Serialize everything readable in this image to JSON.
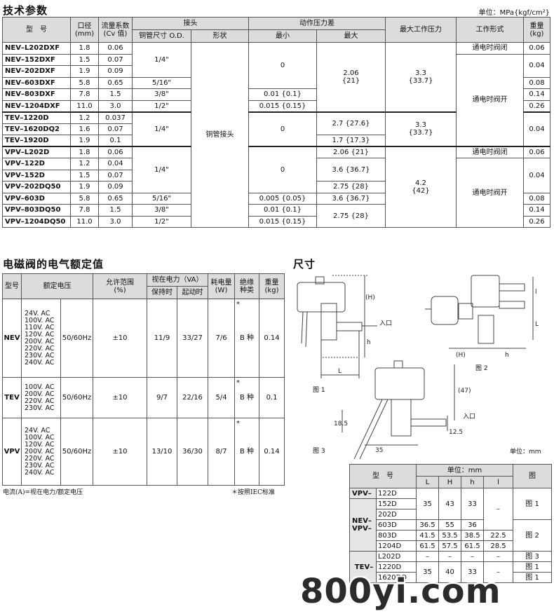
{
  "tech": {
    "title": "技术参数",
    "unit": "单位：MPa{kgf/cm²}",
    "headers": {
      "model": "型　号",
      "bore": "口径",
      "bore_unit": "(mm)",
      "flow": "流量系数",
      "flow_unit": "(Cv 值)",
      "joint": "接头",
      "pipe_size": "铜管尺寸 O.D.",
      "shape": "形状",
      "pressure_diff": "动作压力差",
      "min": "最小",
      "max": "最大",
      "max_pressure": "最大工作压力",
      "mode": "工作形式",
      "weight": "重量",
      "weight_unit": "(kg)"
    },
    "rows": [
      {
        "model": "NEV–L202DXF",
        "bore": "1.8",
        "cv": "0.06",
        "weight": "0.06"
      },
      {
        "model": "NEV–152DXF",
        "bore": "1.5",
        "cv": "0.07",
        "weight": "0.04"
      },
      {
        "model": "NEV–202DXF",
        "bore": "1.9",
        "cv": "0.09"
      },
      {
        "model": "NEV–603DXF",
        "bore": "5.8",
        "cv": "0.65",
        "weight": "0.08"
      },
      {
        "model": "NEV–803DXF",
        "bore": "7.8",
        "cv": "1.5",
        "weight": "0.14"
      },
      {
        "model": "NEV–1204DXF",
        "bore": "11.0",
        "cv": "3.0",
        "weight": "0.26"
      },
      {
        "model": "TEV–1220D",
        "bore": "1.2",
        "cv": "0.037",
        "weight": "0.04"
      },
      {
        "model": "TEV–1620DQ2",
        "bore": "1.6",
        "cv": "0.07"
      },
      {
        "model": "TEV–1920D",
        "bore": "1.9",
        "cv": "0.1"
      },
      {
        "model": "VPV–L202D",
        "bore": "1.8",
        "cv": "0.06",
        "weight": "0.06"
      },
      {
        "model": "VPV–122D",
        "bore": "1.2",
        "cv": "0.04",
        "weight": "0.04"
      },
      {
        "model": "VPV–152D",
        "bore": "1.5",
        "cv": "0.07"
      },
      {
        "model": "VPV–202DQ50",
        "bore": "1.9",
        "cv": "0.09"
      },
      {
        "model": "VPV–603D",
        "bore": "5.8",
        "cv": "0.65",
        "weight": "0.08"
      },
      {
        "model": "VPV–803DQ50",
        "bore": "7.8",
        "cv": "1.5",
        "weight": "0.14"
      },
      {
        "model": "VPV–1204DQ50",
        "bore": "11.0",
        "cv": "3.0",
        "weight": "0.26"
      }
    ],
    "pipe": {
      "q": "1/4\"",
      "fs": "5/16\"",
      "te": "3/8\"",
      "h": "1/2\""
    },
    "shape": "铜管接头",
    "min": {
      "zero": "0",
      "a": "0.01 {0.1}",
      "b": "0.015 {0.15}",
      "c": "0.005 {0.05}"
    },
    "max": {
      "n1": "2.06",
      "n1b": "{21}",
      "t1": "2.7 {27.6}",
      "t2": "1.7 {17.3}",
      "v1": "2.06 {21}",
      "v2": "3.6 {36.7}",
      "v3": "2.75 {28}",
      "v4": "3.6 {36.7}",
      "v5": "2.75 {28}"
    },
    "maxp": {
      "a": "3.3",
      "ab": "{33.7}",
      "b": "4.2",
      "bb": "{42}"
    },
    "mode": {
      "closed": "通电时阀闭",
      "open": "通电时阀开"
    }
  },
  "elec": {
    "title": "电磁阀的电气额定值",
    "headers": {
      "type": "型号",
      "rated": "额定电压",
      "allow": "允许范围",
      "allow_unit": "(%)",
      "apparent": "视在电力（VA）",
      "hold": "保持时",
      "start": "起动时",
      "power": "耗电量",
      "power_unit": "(W)",
      "insul": "绝缘",
      "insul2": "种类",
      "weight": "重量",
      "weight_unit": "(kg)"
    },
    "rows": [
      {
        "type": "NEV",
        "volts": [
          "24V. AC",
          "100V. AC",
          "110V. AC",
          "120V. AC",
          "200V. AC",
          "220V. AC",
          "230V. AC",
          "240V. AC"
        ],
        "hz": "50/60Hz",
        "allow": "±10",
        "hold": "11/9",
        "start": "33/27",
        "power": "7/6",
        "insul": "B 种",
        "weight": "0.14"
      },
      {
        "type": "TEV",
        "volts": [
          "100V. AC",
          "200V. AC",
          "220V. AC",
          "230V. AC"
        ],
        "hz": "50/60Hz",
        "allow": "±10",
        "hold": "9/7",
        "start": "22/16",
        "power": "5/4",
        "insul": "B 种",
        "weight": "0.1"
      },
      {
        "type": "VPV",
        "volts": [
          "24V. AC",
          "100V. AC",
          "120V. AC",
          "200V. AC",
          "220V. AC",
          "230V. AC",
          "240V. AC"
        ],
        "hz": "50/60Hz",
        "allow": "±10",
        "hold": "13/10",
        "start": "36/30",
        "power": "8/7",
        "insul": "B 种",
        "weight": "0.14"
      }
    ],
    "star": "*",
    "note_left": "电流(A)=视在电力/额定电压",
    "note_right": "＊按照IEC标准"
  },
  "dims": {
    "title": "尺寸",
    "fig1": "图 1",
    "fig2": "图 2",
    "fig3": "图 3",
    "inlet": "入口",
    "unit": "单位：mm",
    "labels": {
      "H": "(H)",
      "h": "h",
      "L": "L",
      "l": "l",
      "47": "(47)",
      "18": "18.5",
      "12": "12.5",
      "35": "35"
    },
    "table": {
      "model": "型　号",
      "unit": "单位：mm",
      "cols": [
        "L",
        "H",
        "h",
        "l"
      ],
      "fig": "图",
      "vpv": "VPV–",
      "nevvpv1": "NEV–",
      "nevvpv2": "VPV–",
      "te": "TEV–",
      "rows": [
        {
          "m": "122D"
        },
        {
          "m": "152D"
        },
        {
          "m": "202D"
        },
        {
          "m": "603D"
        },
        {
          "m": "803D"
        },
        {
          "m": "1204D"
        },
        {
          "m": "L202D"
        },
        {
          "m": "1220D"
        },
        {
          "m": "1620DQ"
        }
      ],
      "g1": {
        "L": "35",
        "H": "43",
        "h": "33",
        "l": "–",
        "fig": "图 1"
      },
      "r603": {
        "L": "36.5",
        "H": "55",
        "h": "36"
      },
      "r803": {
        "L": "41.5",
        "H": "53.5",
        "h": "38.5",
        "l": "22.5"
      },
      "r1204": {
        "L": "61.5",
        "H": "57.5",
        "h": "61.5",
        "l": "28.5"
      },
      "fig2": "图 2",
      "rl202": {
        "L": "–",
        "H": "–",
        "h": "–",
        "l": "–",
        "fig": "图 3"
      },
      "g4": {
        "L": "35",
        "H": "40",
        "h": "33",
        "l": "–",
        "fig": "图 1",
        "fig_b": "图 1"
      }
    }
  },
  "watermark": "800yi.com"
}
